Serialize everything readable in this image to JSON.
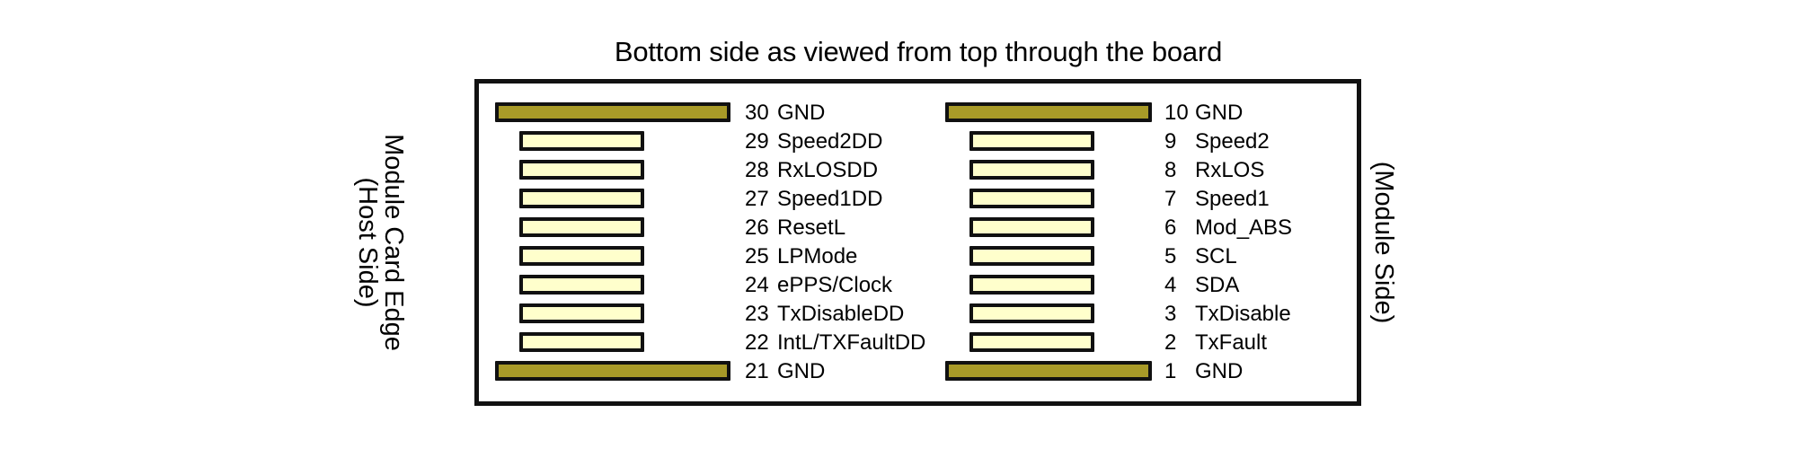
{
  "title": "Bottom side as viewed from top through the board",
  "captions": {
    "left_line1": "Module Card Edge",
    "left_line2": "(Host Side)",
    "right": "(Module Side)"
  },
  "colors": {
    "ground_pad": "#A89A28",
    "signal_pad": "#FFFFCC",
    "outline": "#111111",
    "text": "#000000",
    "background": "#FFFFFF"
  },
  "left_column": {
    "pins": [
      {
        "num": "30",
        "name": "GND",
        "type": "ground"
      },
      {
        "num": "29",
        "name": "Speed2DD",
        "type": "signal"
      },
      {
        "num": "28",
        "name": "RxLOSDD",
        "type": "signal"
      },
      {
        "num": "27",
        "name": "Speed1DD",
        "type": "signal"
      },
      {
        "num": "26",
        "name": "ResetL",
        "type": "signal"
      },
      {
        "num": "25",
        "name": "LPMode",
        "type": "signal"
      },
      {
        "num": "24",
        "name": "ePPS/Clock",
        "type": "signal"
      },
      {
        "num": "23",
        "name": "TxDisableDD",
        "type": "signal"
      },
      {
        "num": "22",
        "name": "IntL/TXFaultDD",
        "type": "signal"
      },
      {
        "num": "21",
        "name": "GND",
        "type": "ground"
      }
    ]
  },
  "right_column": {
    "pins": [
      {
        "num": "10",
        "name": "GND",
        "type": "ground"
      },
      {
        "num": "9",
        "name": "Speed2",
        "type": "signal"
      },
      {
        "num": "8",
        "name": "RxLOS",
        "type": "signal"
      },
      {
        "num": "7",
        "name": "Speed1",
        "type": "signal"
      },
      {
        "num": "6",
        "name": "Mod_ABS",
        "type": "signal"
      },
      {
        "num": "5",
        "name": "SCL",
        "type": "signal"
      },
      {
        "num": "4",
        "name": "SDA",
        "type": "signal"
      },
      {
        "num": "3",
        "name": "TxDisable",
        "type": "signal"
      },
      {
        "num": "2",
        "name": "TxFault",
        "type": "signal"
      },
      {
        "num": "1",
        "name": "GND",
        "type": "ground"
      }
    ]
  }
}
